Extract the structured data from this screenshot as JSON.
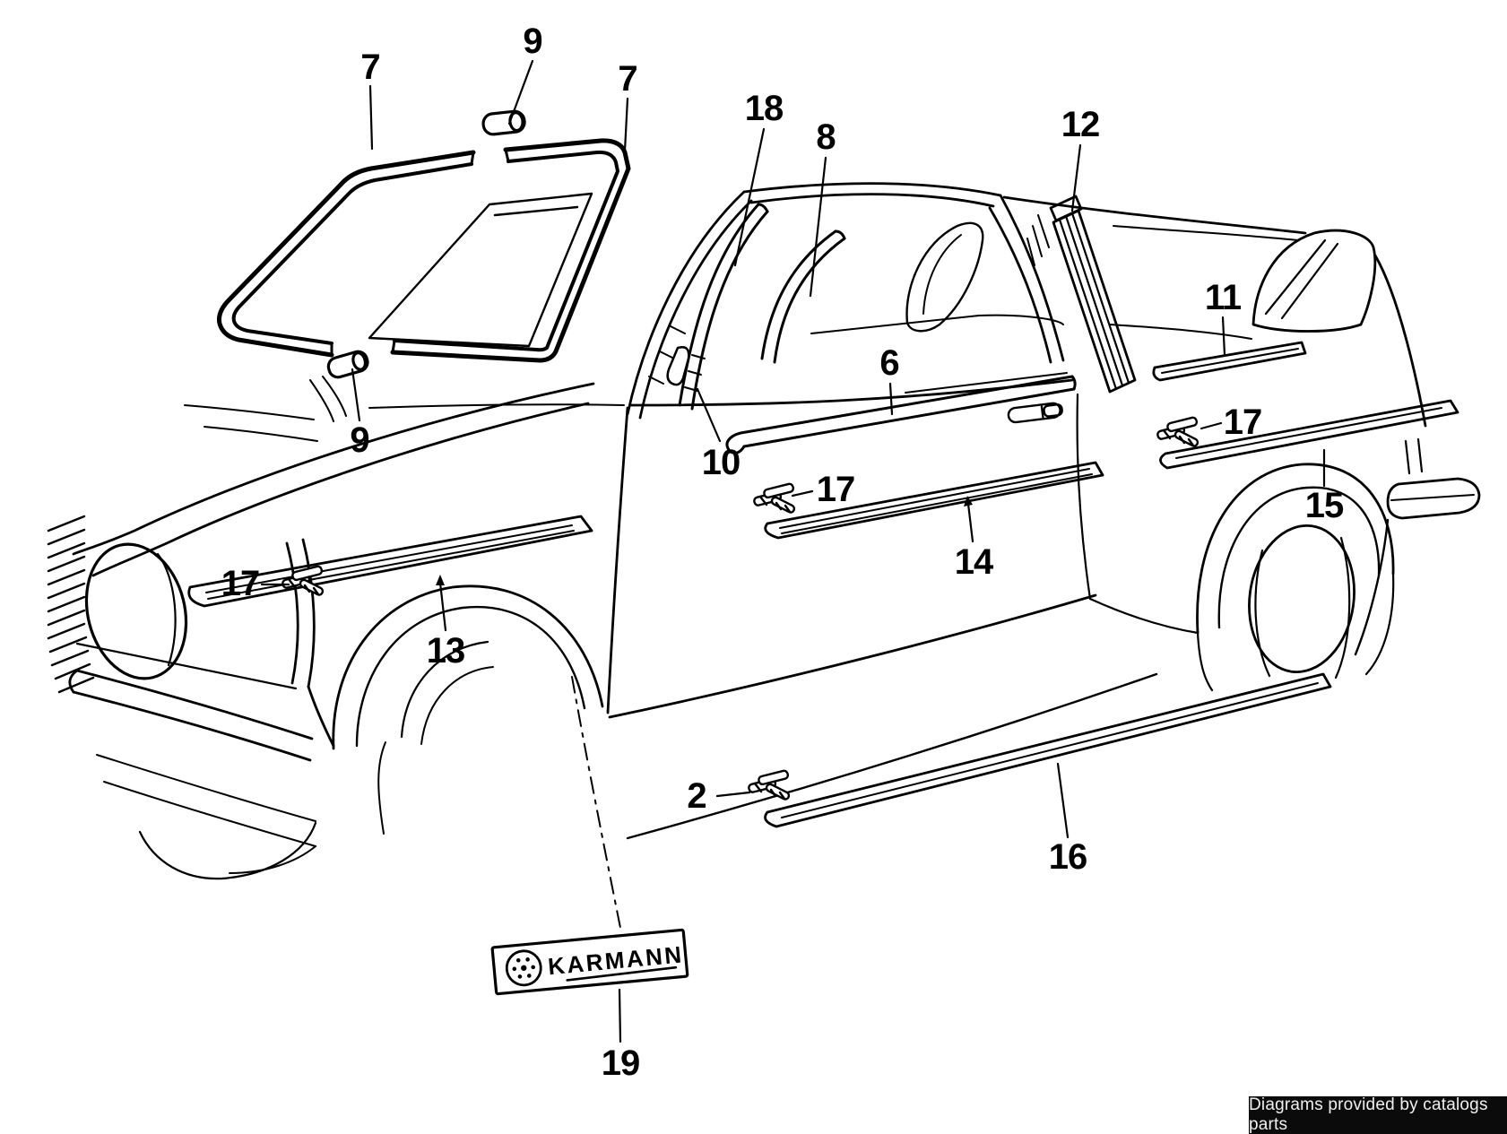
{
  "diagram": {
    "badge": {
      "text": "KARMANN"
    },
    "watermark": {
      "text": "Diagrams provided by catalogs parts"
    },
    "colors": {
      "background": "#ffffff",
      "line": "#000000",
      "watermark_bg": "#0b0b0b",
      "watermark_fg": "#f0f0f0"
    },
    "callouts": [
      {
        "label": "7"
      },
      {
        "label": "9"
      },
      {
        "label": "7"
      },
      {
        "label": "18"
      },
      {
        "label": "8"
      },
      {
        "label": "12"
      },
      {
        "label": "11"
      },
      {
        "label": "9"
      },
      {
        "label": "10"
      },
      {
        "label": "6"
      },
      {
        "label": "17"
      },
      {
        "label": "17"
      },
      {
        "label": "13"
      },
      {
        "label": "17"
      },
      {
        "label": "15"
      },
      {
        "label": "14"
      },
      {
        "label": "2"
      },
      {
        "label": "16"
      },
      {
        "label": "19"
      }
    ]
  }
}
